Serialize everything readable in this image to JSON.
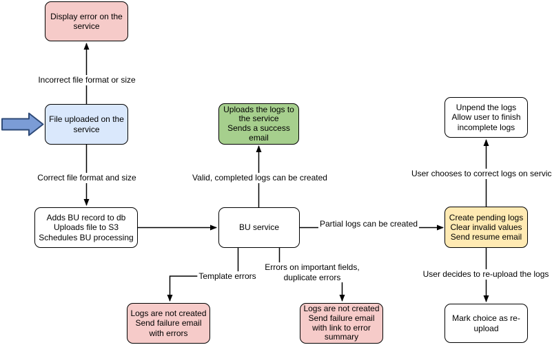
{
  "diagram": {
    "colors": {
      "node_red": "#f6cbc9",
      "node_blue": "#dae8fc",
      "node_green": "#a6cf8d",
      "node_yellow": "#ffeab3",
      "node_white": "#ffffff",
      "entry_arrow_fill": "#7b9cd6",
      "entry_arrow_stroke": "#2e4a77",
      "line_color": "#000000"
    },
    "nodes": {
      "display_error": "Display error on the\nservice",
      "file_uploaded": "File uploaded on the\nservice",
      "adds_bu": "Adds BU record to db\nUploads file to S3\nSchedules BU processing",
      "uploads_logs": "Uploads the logs to\nthe service\nSends a success\nemail",
      "bu_service": "BU service",
      "unpend": "Unpend the logs\nAllow user to finish\nincomplete logs",
      "create_pending": "Create pending logs\nClear invalid values\nSend resume email",
      "mark_choice": "Mark choice as re-\nupload",
      "logs_not_created_template": "Logs are not created\nSend failure email\nwith errors",
      "logs_not_created_fields": "Logs are not created\nSend failure email\nwith link to error\nsummary"
    },
    "edge_labels": {
      "incorrect_file": "Incorrect file format or size",
      "correct_file": "Correct file format and size",
      "valid_logs": "Valid, completed logs can be created",
      "partial_logs": "Partial logs can be created",
      "template_errors": "Template errors",
      "important_field_errors": "Errors on important fields,\nduplicate errors",
      "user_corrects": "User chooses to correct logs on service",
      "user_reuploads": "User decides to re-upload the logs"
    }
  }
}
